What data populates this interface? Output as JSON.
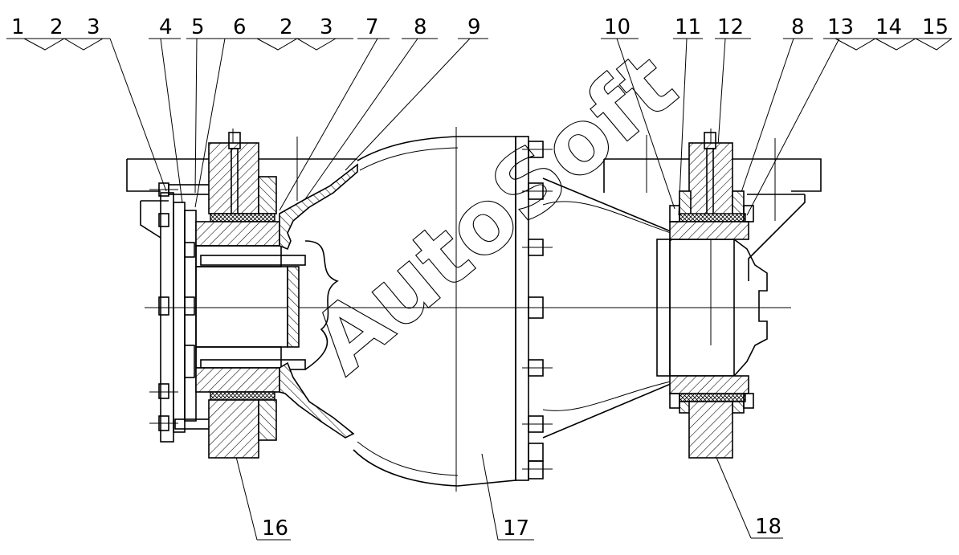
{
  "watermark": "AutoSoft",
  "callouts_top": [
    "1",
    "2",
    "3",
    "4",
    "5",
    "6",
    "2",
    "3",
    "7",
    "8",
    "9",
    "10",
    "11",
    "12",
    "8",
    "13",
    "14",
    "15"
  ],
  "callouts_bottom": [
    "16",
    "17",
    "18"
  ]
}
